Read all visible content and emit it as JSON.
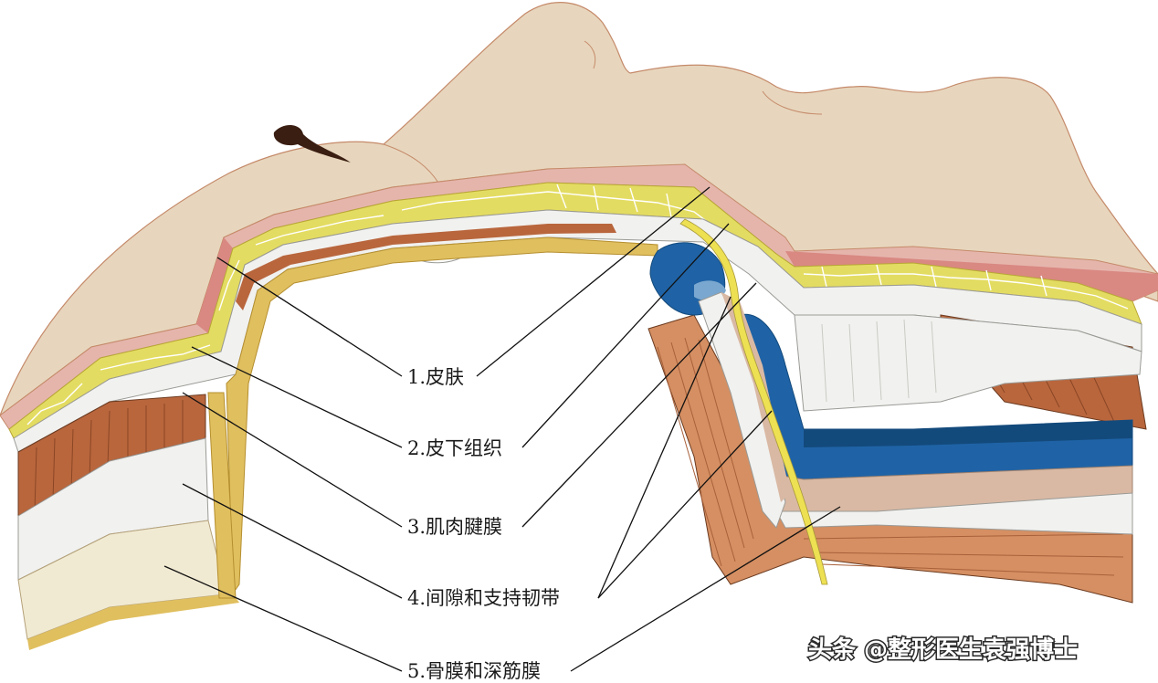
{
  "labels": [
    {
      "id": "skin",
      "text": "1.皮肤"
    },
    {
      "id": "subcutaneous",
      "text": "2.皮下组织"
    },
    {
      "id": "muscle-aponeurosis",
      "text": "3.肌肉腱膜"
    },
    {
      "id": "spaces-ligaments",
      "text": "4.间隙和支持韧带"
    },
    {
      "id": "periosteum-fascia",
      "text": "5.骨膜和深筋膜"
    }
  ],
  "watermark": "头条 @整形医生袁强博士",
  "colors": {
    "skin_surface": "#e7d6bd",
    "dermis": "#e5b5ac",
    "dermis_dark": "#d98882",
    "subcutaneous_fat": "#e3dc62",
    "fascia_white": "#f1f1ef",
    "muscle": "#b9663d",
    "muscle_light": "#d58f62",
    "periosteum": "#e0bf5f",
    "bone": "#f1ead2",
    "fat_pad_blue": "#1f63a6",
    "fat_pad_dark": "#134a7c",
    "nerve_yellow": "#ede052",
    "tan": "#d9b9a4"
  }
}
